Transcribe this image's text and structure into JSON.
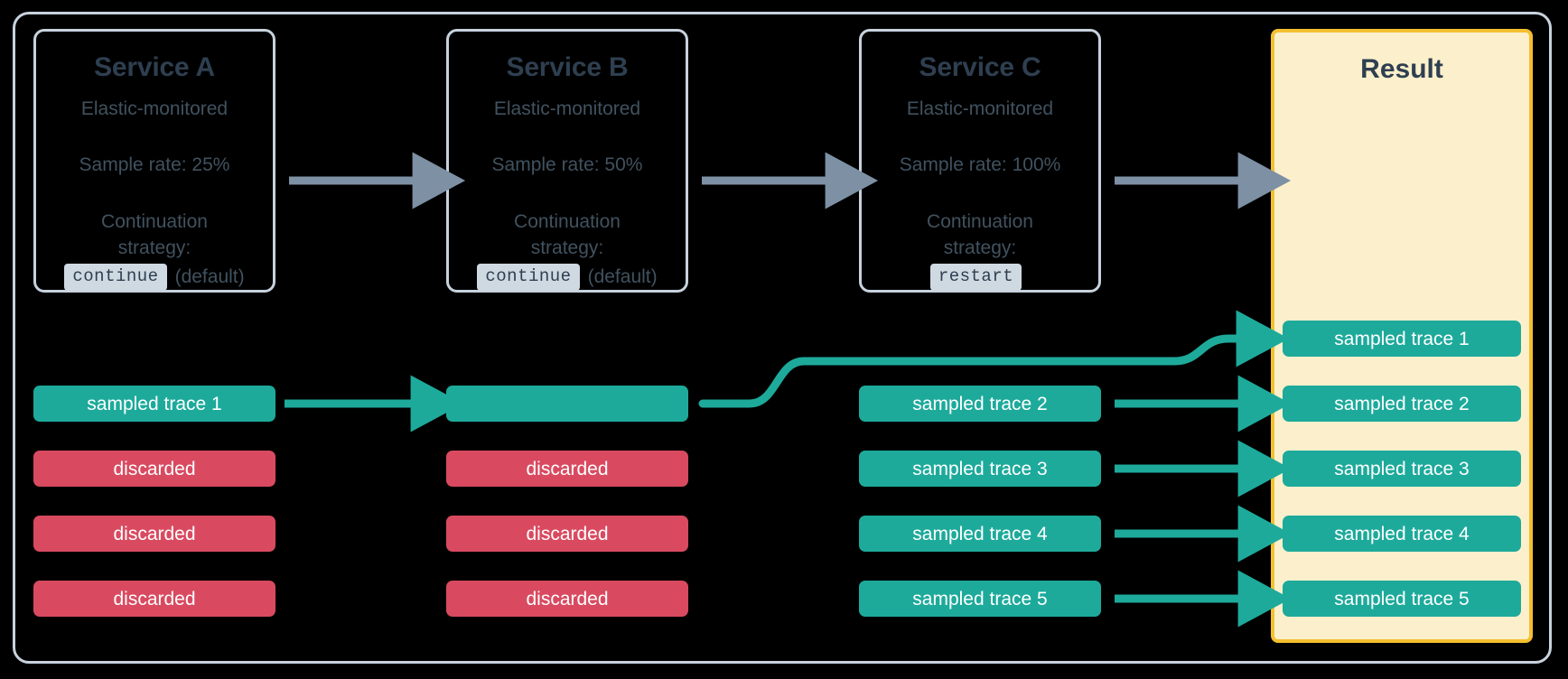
{
  "diagram": {
    "title": "Distributed tracing sampling continuation strategies",
    "colors": {
      "teal": "#1DAA9B",
      "red": "#D94A60",
      "gray_arrow": "#7D90A4",
      "result_border": "#F4C030",
      "result_fill": "#FCF0CC",
      "card_border": "#C7D2DD",
      "text_dark": "#2E3F50",
      "background": "#000000"
    },
    "services": [
      {
        "name": "Service A",
        "subtitle": "Elastic-monitored",
        "sample_rate": "Sample rate: 25%",
        "strategy_label_line1": "Continuation",
        "strategy_label_line2": "strategy:",
        "strategy_value": "continue",
        "strategy_note": "(default)"
      },
      {
        "name": "Service B",
        "subtitle": "Elastic-monitored",
        "sample_rate": "Sample rate: 50%",
        "strategy_label_line1": "Continuation",
        "strategy_label_line2": "strategy:",
        "strategy_value": "continue",
        "strategy_note": "(default)"
      },
      {
        "name": "Service C",
        "subtitle": "Elastic-monitored",
        "sample_rate": "Sample rate: 100%",
        "strategy_label_line1": "Continuation",
        "strategy_label_line2": "strategy:",
        "strategy_value": "restart",
        "strategy_note": ""
      }
    ],
    "result": {
      "title": "Result"
    },
    "columns": {
      "service_a_traces": [
        {
          "label": "sampled trace 1",
          "kind": "sampled"
        },
        {
          "label": "discarded",
          "kind": "discarded"
        },
        {
          "label": "discarded",
          "kind": "discarded"
        },
        {
          "label": "discarded",
          "kind": "discarded"
        }
      ],
      "service_b_traces": [
        {
          "label": "",
          "kind": "sampled"
        },
        {
          "label": "discarded",
          "kind": "discarded"
        },
        {
          "label": "discarded",
          "kind": "discarded"
        },
        {
          "label": "discarded",
          "kind": "discarded"
        }
      ],
      "service_c_traces": [
        {
          "label": "sampled trace 2",
          "kind": "sampled"
        },
        {
          "label": "sampled trace 3",
          "kind": "sampled"
        },
        {
          "label": "sampled trace 4",
          "kind": "sampled"
        },
        {
          "label": "sampled trace 5",
          "kind": "sampled"
        }
      ],
      "result_traces": [
        {
          "label": "sampled trace 1",
          "kind": "sampled"
        },
        {
          "label": "sampled trace 2",
          "kind": "sampled"
        },
        {
          "label": "sampled trace 3",
          "kind": "sampled"
        },
        {
          "label": "sampled trace 4",
          "kind": "sampled"
        },
        {
          "label": "sampled trace 5",
          "kind": "sampled"
        }
      ]
    }
  }
}
